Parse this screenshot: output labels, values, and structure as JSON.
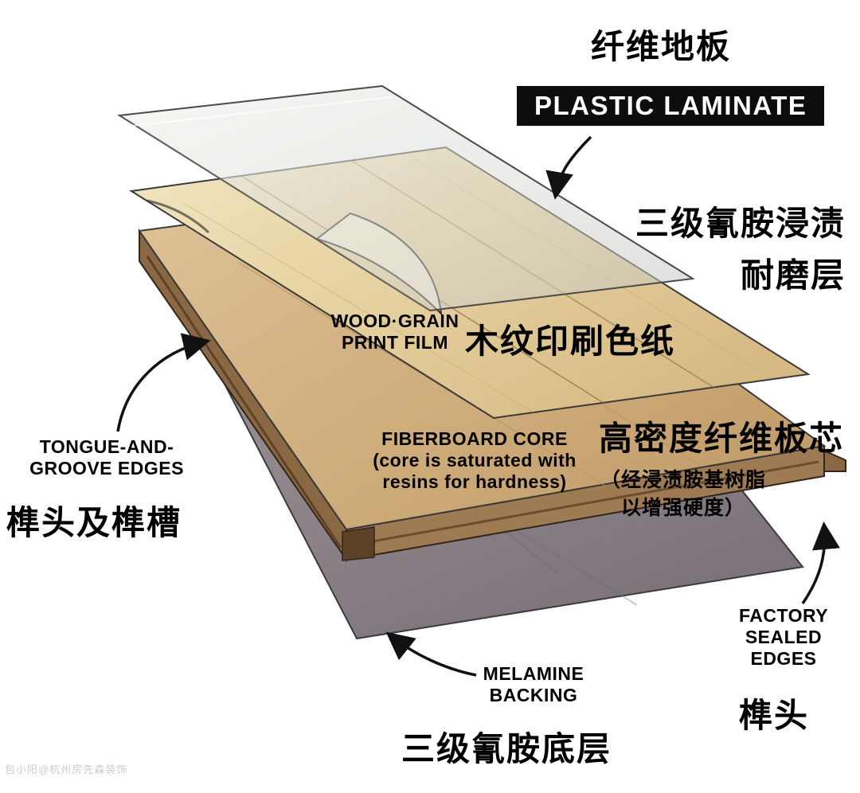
{
  "title": "纤维地板",
  "labels": {
    "plastic_laminate": "PLASTIC LAMINATE",
    "wear_layer_cn": "三级氰胺浸渍\n耐磨层",
    "print_film_en": "WOOD·GRAIN\nPRINT FILM",
    "print_film_cn": "木纹印刷色纸",
    "core_en": "FIBERBOARD CORE\n(core is saturated with\nresins for hardness)",
    "core_cn": "高密度纤维板芯",
    "core_cn_note": "（经浸渍胺基树脂\n以增强硬度）",
    "tongue_groove_en": "TONGUE-AND-\nGROOVE EDGES",
    "tongue_groove_cn": "榫头及榫槽",
    "factory_sealed_en": "FACTORY\nSEALED\nEDGES",
    "tongue_cn": "榫头",
    "backing_en": "MELAMINE\nBACKING",
    "backing_cn": "三级氰胺底层",
    "watermark": "包小阳@杭州房先森装饰"
  },
  "colors": {
    "background": "#ffffff",
    "text": "#000000",
    "label_box_bg": "#0d0d0d",
    "label_box_text": "#ffffff",
    "plastic_sheet": "#d2d4d0",
    "wood_light": "#f0e3bc",
    "wood_dark": "#d9bd88",
    "core_top": "#d9bb8d",
    "core_side": "#8a6844",
    "backing_gray": "#8d858a",
    "outline": "#3a3a3a"
  }
}
